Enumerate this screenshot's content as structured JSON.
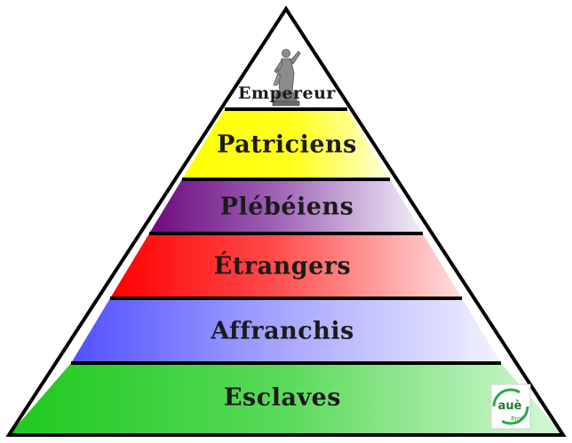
{
  "pyramid": {
    "tiers": [
      {
        "label": "Empereur",
        "color": "#ffffff"
      },
      {
        "label": "Patriciens",
        "color": "#ffff00"
      },
      {
        "label": "Plébéiens",
        "color": "#7a0a8c"
      },
      {
        "label": "Étrangers",
        "color": "#ff0000"
      },
      {
        "label": "Affranchis",
        "color": "#5a5aff"
      },
      {
        "label": "Esclaves",
        "color": "#22cc22"
      }
    ],
    "outline_color": "#000000",
    "logo": {
      "text": "auè",
      "subtext": "Prof",
      "color": "#2aa84a"
    }
  }
}
